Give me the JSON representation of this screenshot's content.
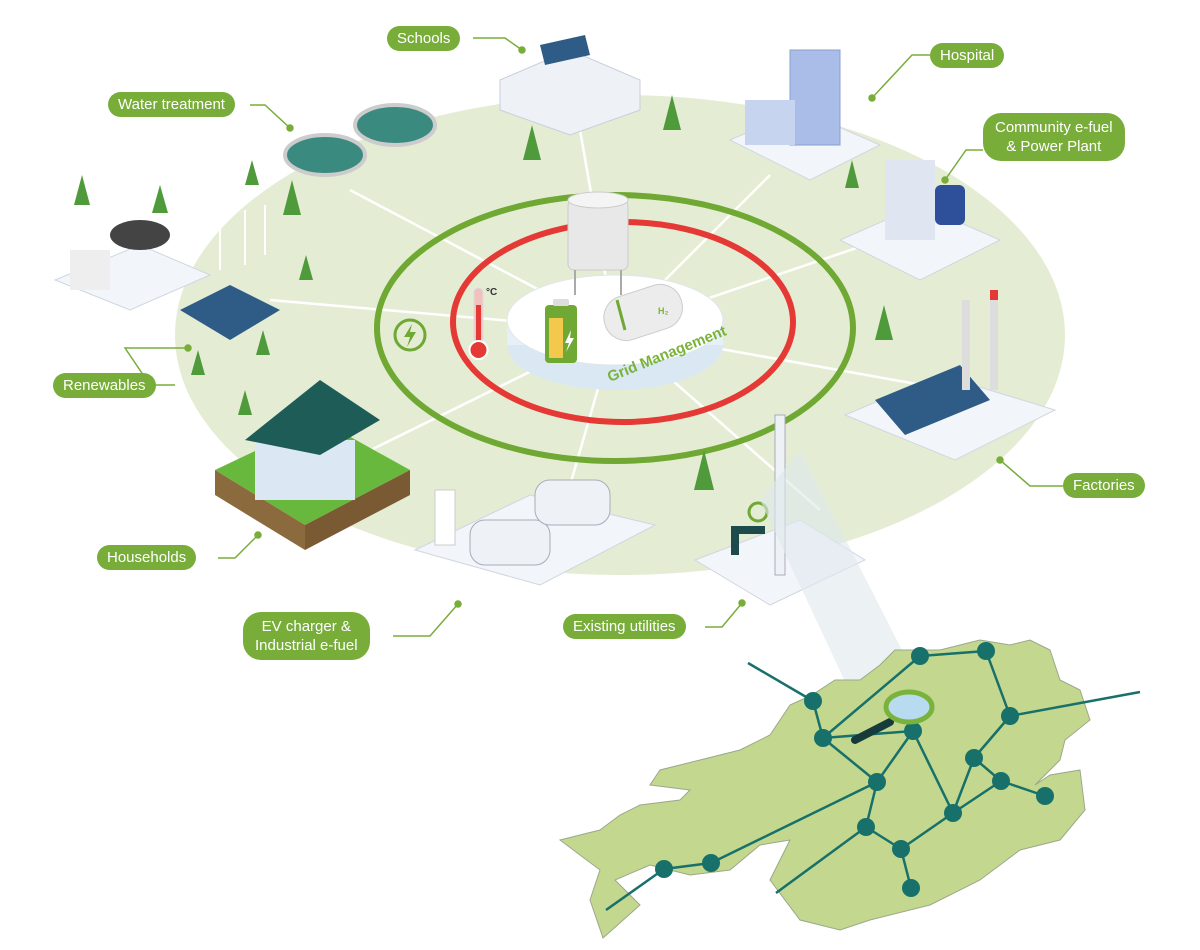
{
  "colors": {
    "accent": "#78ad3a",
    "ring_outer": "#6fa832",
    "ring_inner": "#e53935",
    "network": "#17706a",
    "map_land": "#c3d88e",
    "disc": "#e4edd3"
  },
  "center": {
    "label": "Grid Management",
    "thermometer_unit": "°C",
    "tank_label": "H₂"
  },
  "labels": {
    "schools": "Schools",
    "water_treatment": "Water treatment",
    "hospital": "Hospital",
    "community": [
      "Community e-fuel",
      "& Power Plant"
    ],
    "renewables": "Renewables",
    "factories": "Factories",
    "households": "Households",
    "ev": [
      "EV charger &",
      "Industrial e-fuel"
    ],
    "utilities": "Existing utilities"
  },
  "icons": [
    "lightning-icon",
    "thermometer-icon",
    "battery-icon",
    "hydrogen-tank-icon",
    "water-tower-icon",
    "magnifier-icon"
  ]
}
